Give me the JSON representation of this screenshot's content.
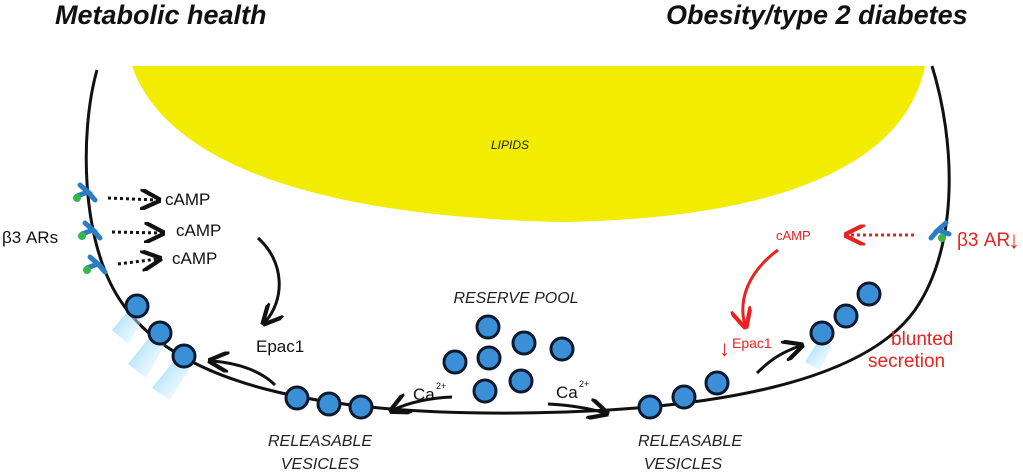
{
  "titles": {
    "left": "Metabolic health",
    "right": "Obesity/type 2 diabetes"
  },
  "lipids": {
    "label": "LIPIDS",
    "color": "#f2ec00"
  },
  "left_panel": {
    "receptor_label": "β3 ARs",
    "camp_labels": [
      "cAMP",
      "cAMP",
      "cAMP"
    ],
    "epac_label": "Epac1",
    "calcium_label": "Ca",
    "calcium_charge": "2+",
    "releasable_line1": "RELEASABLE",
    "releasable_line2": "VESICLES"
  },
  "center": {
    "reserve_pool_label": "RESERVE POOL"
  },
  "right_panel": {
    "receptor_label": "β3 AR",
    "receptor_arrow": "↓",
    "camp_label": "cAMP",
    "epac_arrow": "↓",
    "epac_label": "Epac1",
    "calcium_label": "Ca",
    "calcium_charge": "2+",
    "releasable_line1": "RELEASABLE",
    "releasable_line2": "VESICLES",
    "blunted_line1": "blunted",
    "blunted_line2": "secretion"
  },
  "colors": {
    "vesicle": "#3a8fd6",
    "receptor": "#2a7fc4",
    "ligand": "#39b54a",
    "highlight_red": "#e8231f",
    "secretion_plume": "#bfe9ff"
  }
}
